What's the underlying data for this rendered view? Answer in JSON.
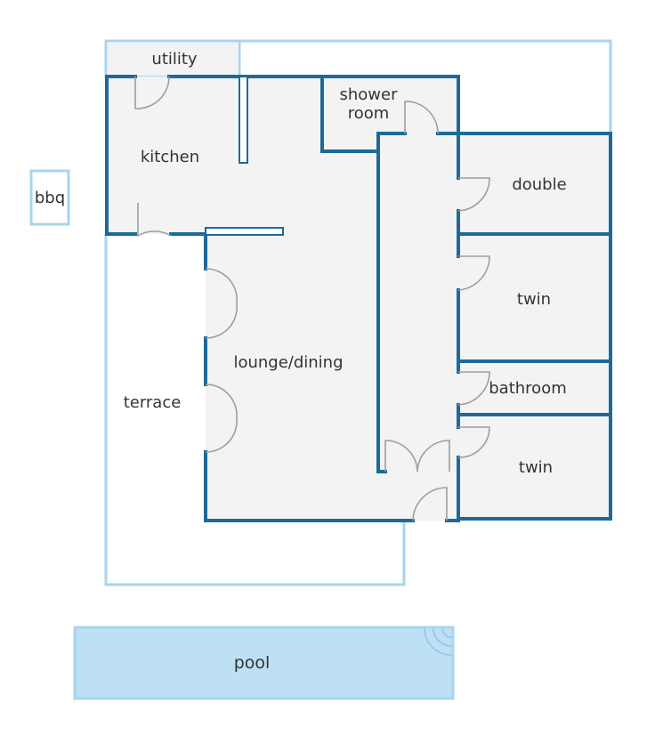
{
  "labels": {
    "utility": "utility",
    "shower_room_line1": "shower",
    "shower_room_line2": "room",
    "kitchen": "kitchen",
    "bbq": "bbq",
    "double": "double",
    "twin_upper": "twin",
    "lounge_dining": "lounge/dining",
    "terrace": "terrace",
    "bathroom": "bathroom",
    "twin_lower": "twin",
    "pool": "pool"
  },
  "colors": {
    "wall": "#1d6a99",
    "outdoor_outline": "#a8d4ee",
    "floor": "#f3f3f3",
    "door": "#9e9e9e",
    "pool_fill": "#bde0f5",
    "pool_ripple": "#9dc8e4",
    "text": "#333333"
  }
}
